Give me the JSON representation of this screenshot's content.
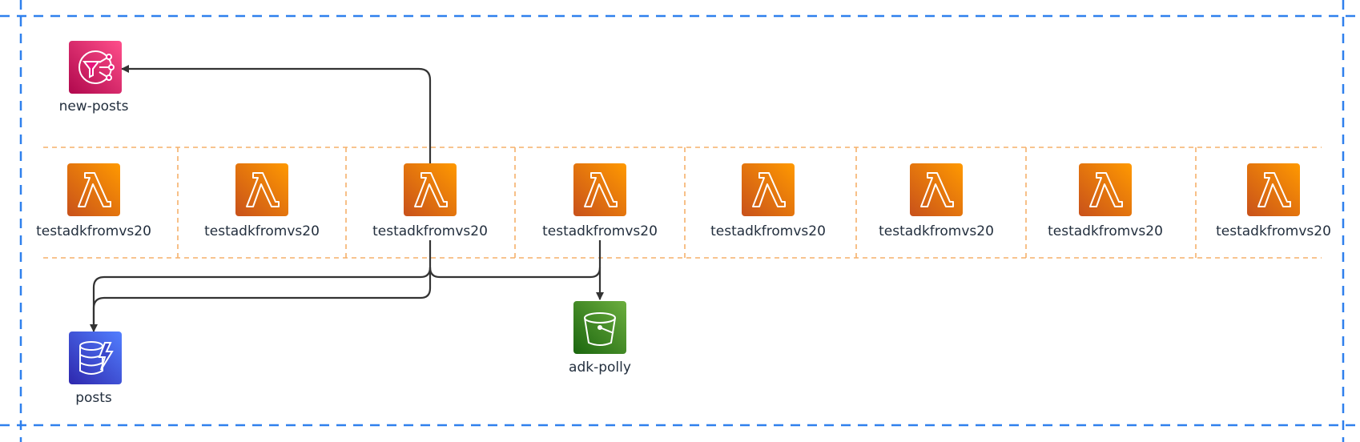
{
  "colors": {
    "outer_boundary": "#2f80ed",
    "group_boundary": "#f5b06a",
    "sns": "#e7157b",
    "lambda": "#ed7100",
    "dynamodb": "#3b48cc",
    "s3": "#3f8624",
    "connector": "#333333"
  },
  "sns": {
    "label": "new-posts",
    "icon": "sns-topic-icon"
  },
  "lambdas": [
    {
      "label": "testadkfromvs20",
      "icon": "lambda-icon"
    },
    {
      "label": "testadkfromvs20",
      "icon": "lambda-icon"
    },
    {
      "label": "testadkfromvs20",
      "icon": "lambda-icon"
    },
    {
      "label": "testadkfromvs20",
      "icon": "lambda-icon"
    },
    {
      "label": "testadkfromvs20",
      "icon": "lambda-icon"
    },
    {
      "label": "testadkfromvs20",
      "icon": "lambda-icon"
    },
    {
      "label": "testadkfromvs20",
      "icon": "lambda-icon"
    },
    {
      "label": "testadkfromvs20",
      "icon": "lambda-icon"
    }
  ],
  "dynamodb": {
    "label": "posts",
    "icon": "dynamodb-table-icon"
  },
  "s3": {
    "label": "adk-polly",
    "icon": "s3-bucket-icon"
  }
}
